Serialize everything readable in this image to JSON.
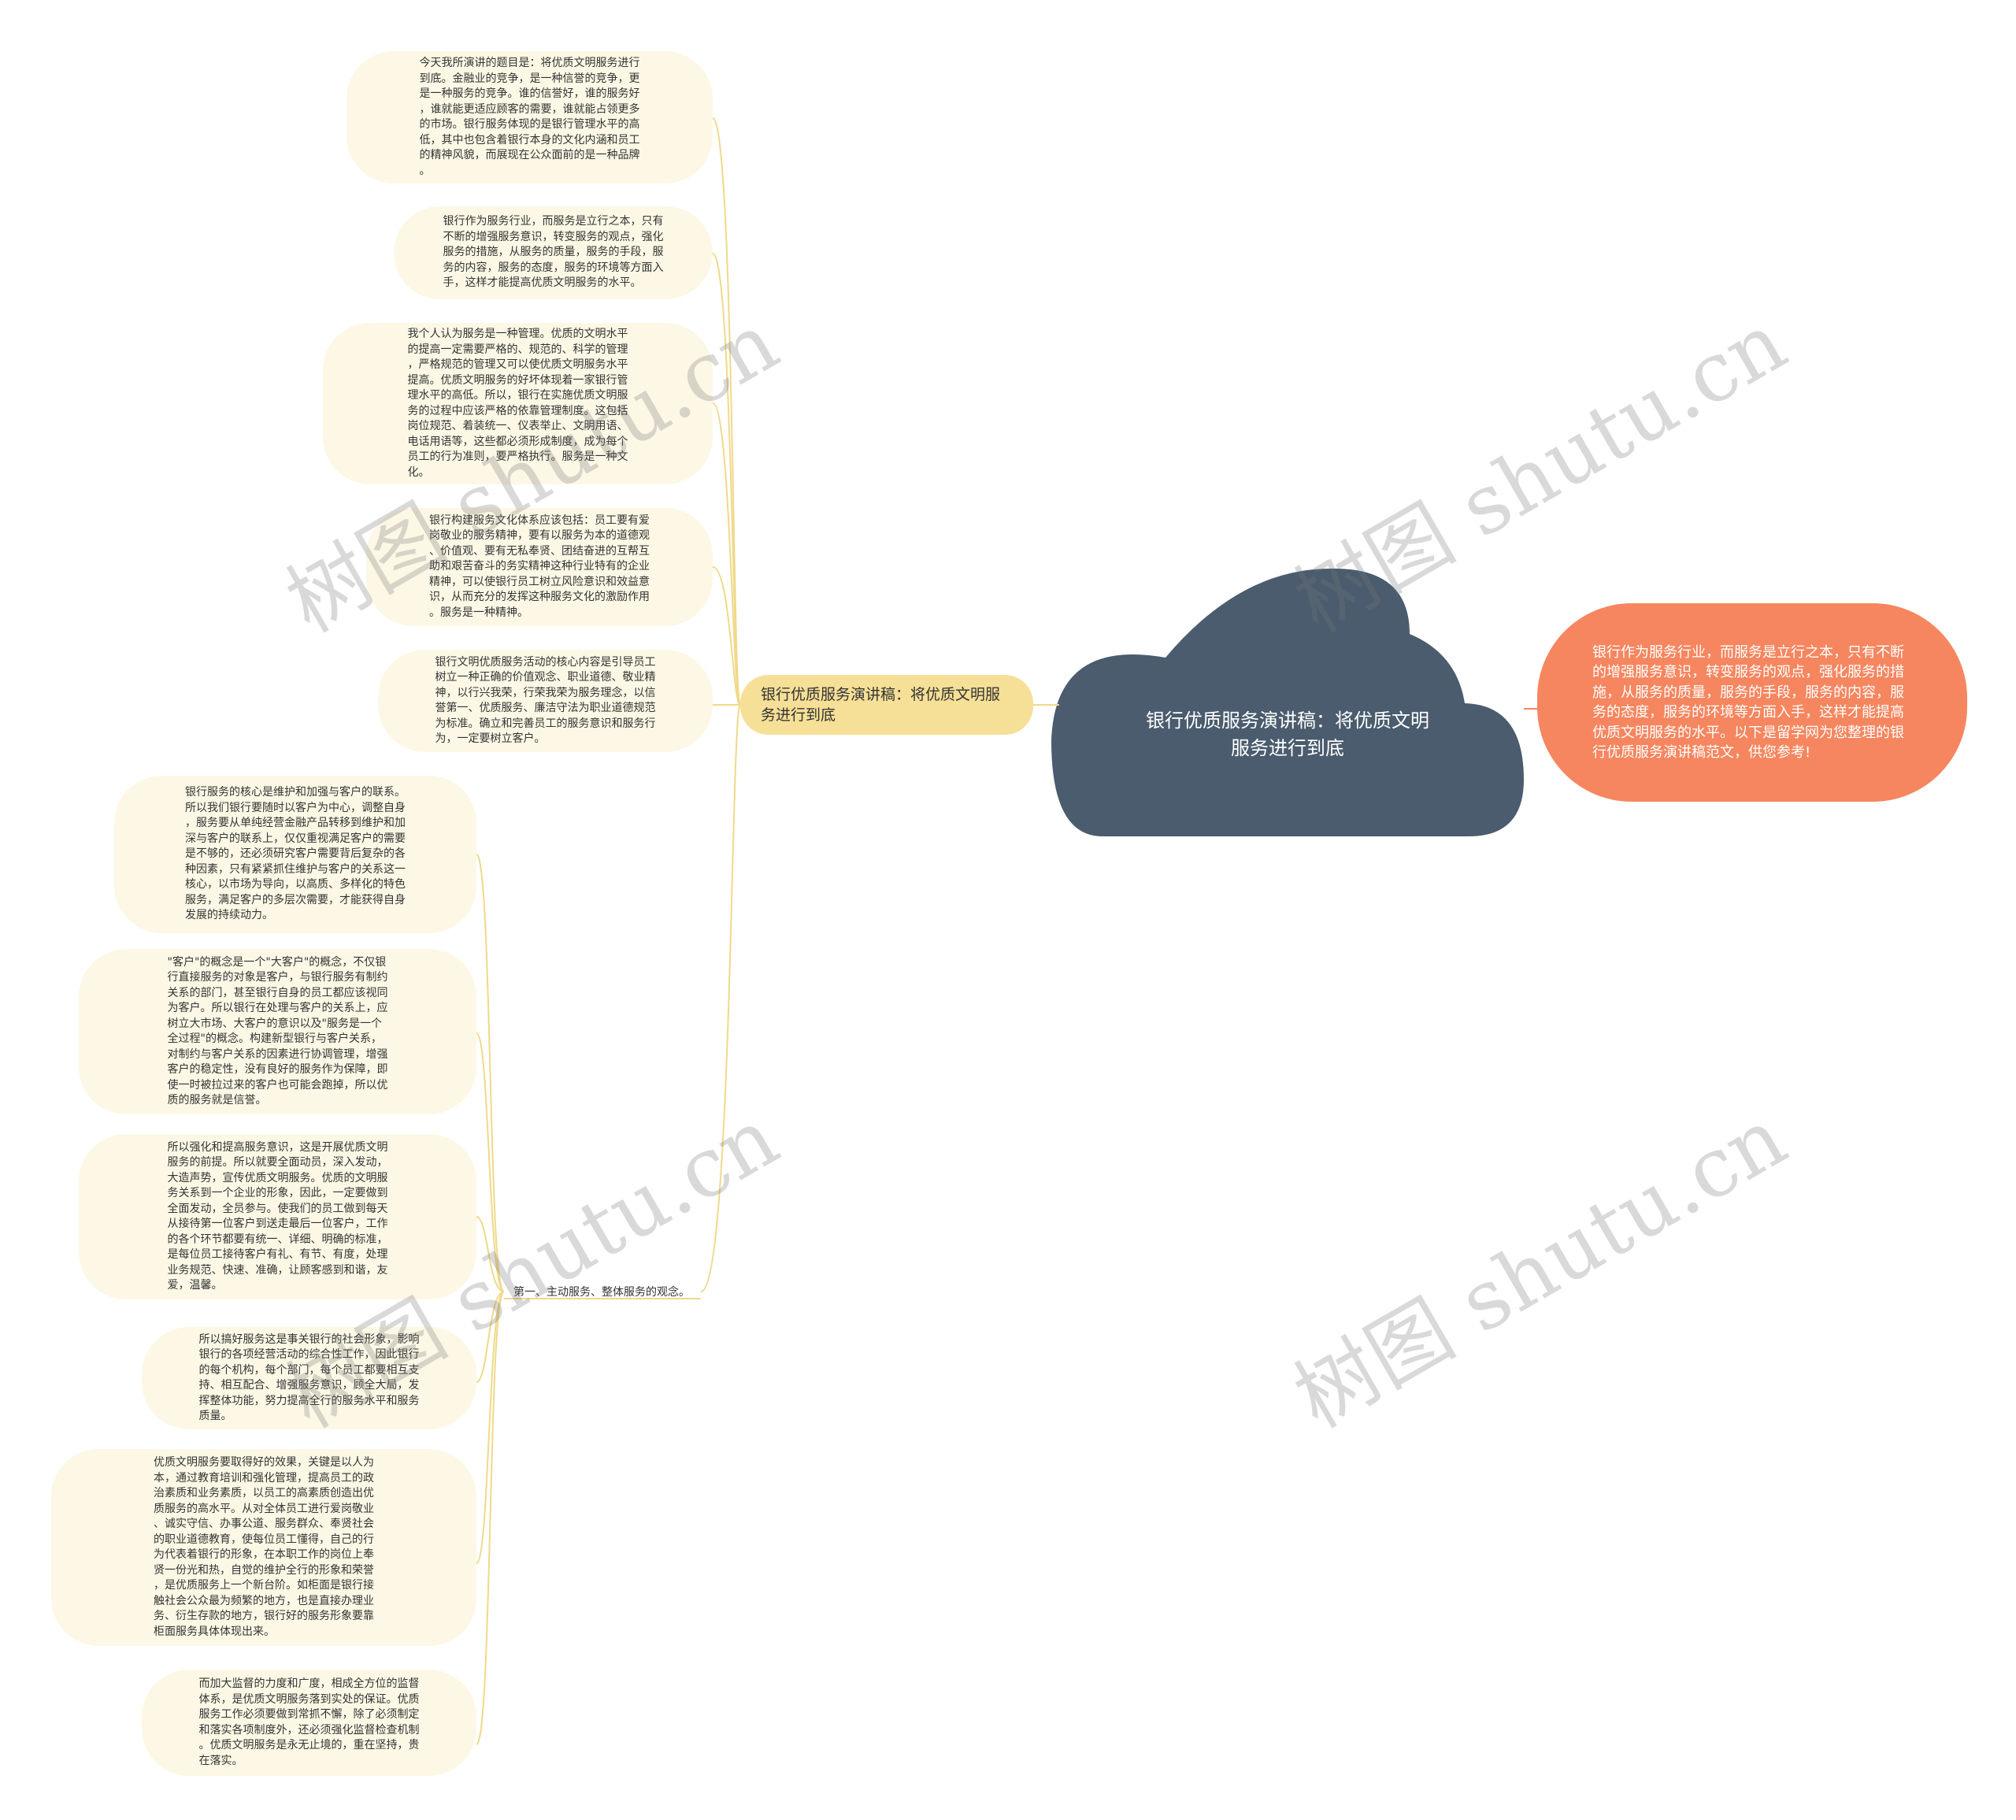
{
  "root": {
    "title": "银行优质服务演讲稿：将优质文明服务进行到底"
  },
  "right_node": {
    "text": "银行作为服务行业，而服务是立行之本，只有不断的增强服务意识，转变服务的观点，强化服务的措施，从服务的质量，服务的手段，服务的内容，服务的态度，服务的环境等方面入手，这样才能提高优质文明服务的水平。以下是留学网为您整理的银行优质服务演讲稿范文，供您参考!"
  },
  "branch": {
    "title": "银行优质服务演讲稿：将优质文明服务进行到底",
    "leaves": [
      "今天我所演讲的题目是：将优质文明服务进行\n到底。金融业的竞争，是一种信誉的竞争，更\n是一种服务的竞争。谁的信誉好，谁的服务好\n，谁就能更适应顾客的需要，谁就能占领更多\n的市场。银行服务体现的是银行管理水平的高\n低，其中也包含着银行本身的文化内涵和员工\n的精神风貌，而展现在公众面前的是一种品牌\n。",
      "银行作为服务行业，而服务是立行之本，只有\n不断的增强服务意识，转变服务的观点，强化\n服务的措施，从服务的质量，服务的手段，服\n务的内容，服务的态度，服务的环境等方面入\n手，这样才能提高优质文明服务的水平。",
      "我个人认为服务是一种管理。优质的文明水平\n的提高一定需要严格的、规范的、科学的管理\n，严格规范的管理又可以使优质文明服务水平\n提高。优质文明服务的好坏体现着一家银行管\n理水平的高低。所以，银行在实施优质文明服\n务的过程中应该严格的依靠管理制度。这包括\n岗位规范、着装统一、仪表举止、文明用语、\n电话用语等，这些都必须形成制度，成为每个\n员工的行为准则，要严格执行。服务是一种文\n化。",
      "银行构建服务文化体系应该包括：员工要有爱\n岗敬业的服务精神，要有以服务为本的道德观\n、价值观、要有无私奉贤、团结奋进的互帮互\n助和艰苦奋斗的务实精神这种行业特有的企业\n精神，可以使银行员工树立风险意识和效益意\n识，从而充分的发挥这种服务文化的激励作用\n。服务是一种精神。",
      "银行文明优质服务活动的核心内容是引导员工\n树立一种正确的价值观念、职业道德、敬业精\n神，以行兴我荣，行荣我荣为服务理念，以信\n誉第一、优质服务、廉洁守法为职业道德规范\n为标准。确立和完善员工的服务意识和服务行\n为，一定要树立客户。"
    ]
  },
  "branch2": {
    "title": "第一、主动服务、整体服务的观念。",
    "leaves": [
      "银行服务的核心是维护和加强与客户的联系。\n所以我们银行要随时以客户为中心，调整自身\n，服务要从单纯经营金融产品转移到维护和加\n深与客户的联系上，仅仅重视满足客户的需要\n是不够的，还必须研究客户需要背后复杂的各\n种因素，只有紧紧抓住维护与客户的关系这一\n核心，以市场为导向，以高质、多样化的特色\n服务，满足客户的多层次需要，才能获得自身\n发展的持续动力。",
      "\"客户\"的概念是一个\"大客户\"的概念，不仅银\n行直接服务的对象是客户，与银行服务有制约\n关系的部门，甚至银行自身的员工都应该视同\n为客户。所以银行在处理与客户的关系上，应\n树立大市场、大客户的意识以及\"服务是一个\n全过程\"的概念。构建新型银行与客户关系，\n对制约与客户关系的因素进行协调管理，增强\n客户的稳定性，没有良好的服务作为保障，即\n使一时被拉过来的客户也可能会跑掉，所以优\n质的服务就是信誉。",
      "所以强化和提高服务意识，这是开展优质文明\n服务的前提。所以就要全面动员，深入发动，\n大造声势，宣传优质文明服务。优质的文明服\n务关系到一个企业的形象，因此，一定要做到\n全面发动，全员参与。使我们的员工做到每天\n从接待第一位客户到送走最后一位客户，工作\n的各个环节都要有统一、详细、明确的标准，\n是每位员工接待客户有礼、有节、有度，处理\n业务规范、快速、准确，让顾客感到和谐，友\n爱，温馨。",
      "所以搞好服务这是事关银行的社会形象，影响\n银行的各项经营活动的综合性工作，因此银行\n的每个机构，每个部门，每个员工都要相互支\n持、相互配合、增强服务意识，顾全大局，发\n挥整体功能，努力提高全行的服务水平和服务\n质量。",
      "优质文明服务要取得好的效果，关键是以人为\n本，通过教育培训和强化管理，提高员工的政\n治素质和业务素质，以员工的高素质创造出优\n质服务的高水平。从对全体员工进行爱岗敬业\n、诚实守信、办事公道、服务群众、奉贤社会\n的职业道德教育，使每位员工懂得，自己的行\n为代表着银行的形象，在本职工作的岗位上奉\n贤一份光和热，自觉的维护全行的形象和荣誉\n，是优质服务上一个新台阶。如柜面是银行接\n触社会公众最为频繁的地方，也是直接办理业\n务、衍生存款的地方，银行好的服务形象要靠\n柜面服务具体体现出来。",
      "而加大监督的力度和广度，相成全方位的监督\n体系，是优质文明服务落到实处的保证。优质\n服务工作必须要做到常抓不懈，除了必须制定\n和落实各项制度外，还必须强化监督检查机制\n。优质文明服务是永无止境的，重在坚持，贵\n在落实。"
    ]
  },
  "watermark": "树图 shutu.cn",
  "colors": {
    "root_fill": "#4a5c6e",
    "right_fill": "#f6865f",
    "branch_fill": "#f6df96",
    "leaf_fill": "#fdf8e6",
    "line_yellow": "#f0d98a",
    "line_orange": "#f6865f"
  }
}
